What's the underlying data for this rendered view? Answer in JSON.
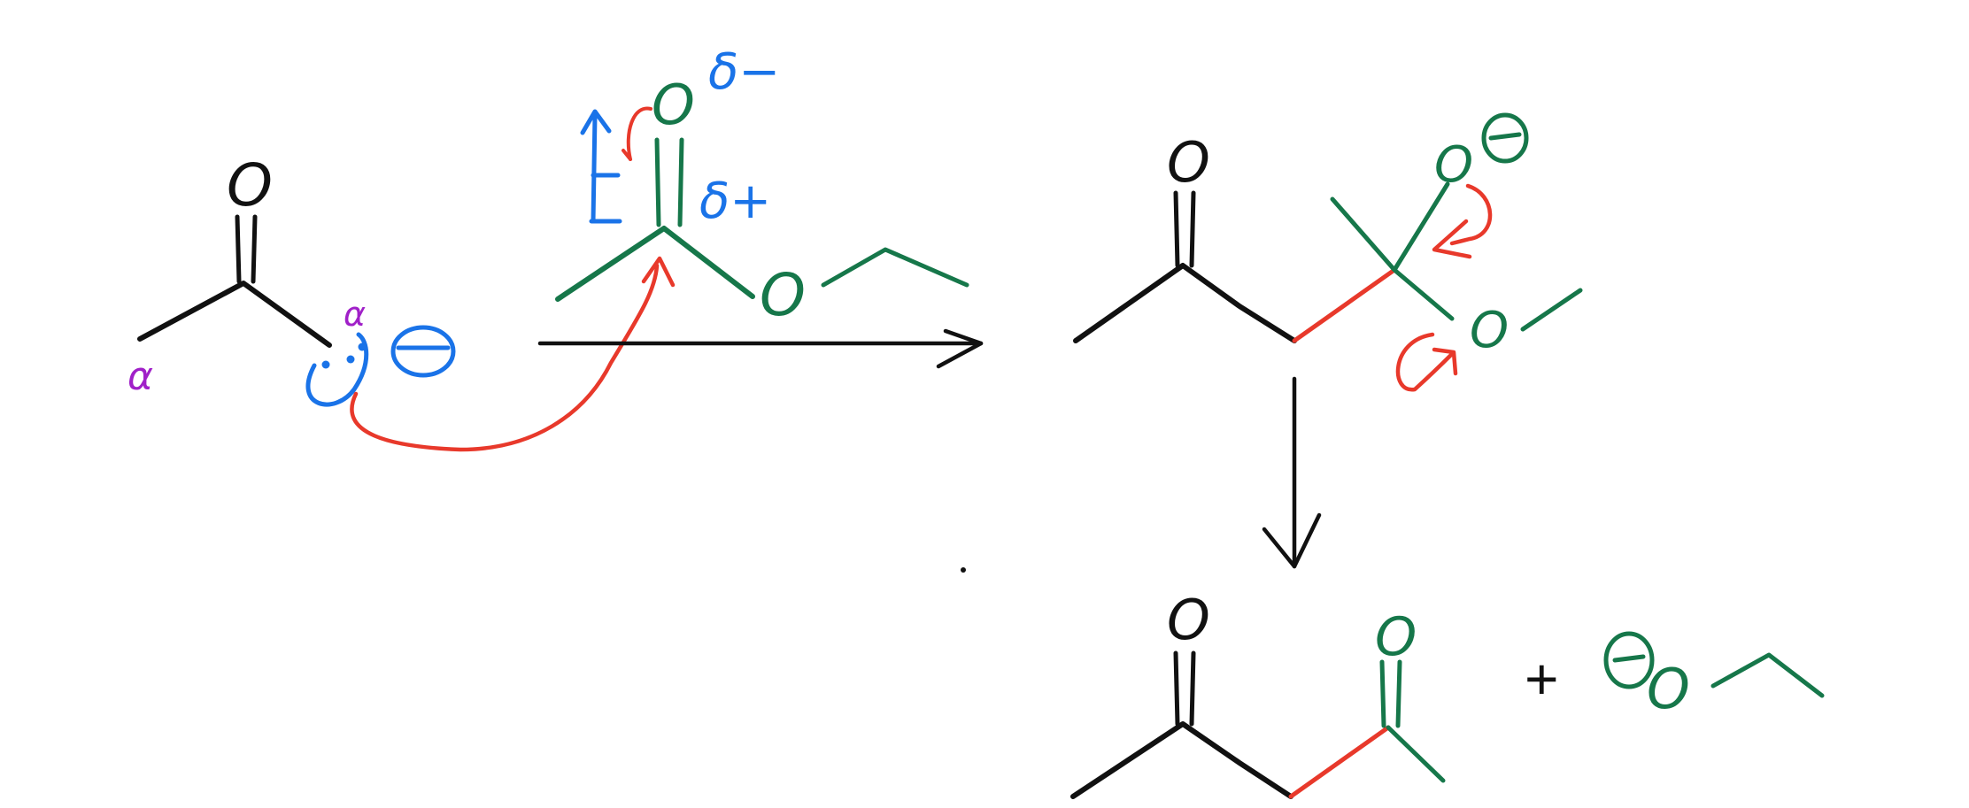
{
  "colors": {
    "black": "#111111",
    "green": "#16774a",
    "blue": "#1a73e8",
    "red": "#e8392b",
    "purple": "#a020c8"
  },
  "labels": {
    "oxygen": "O",
    "alpha": "α",
    "delta_minus": "δ−",
    "delta_plus": "δ+",
    "negative_charge": "⊖",
    "plus": "+"
  }
}
